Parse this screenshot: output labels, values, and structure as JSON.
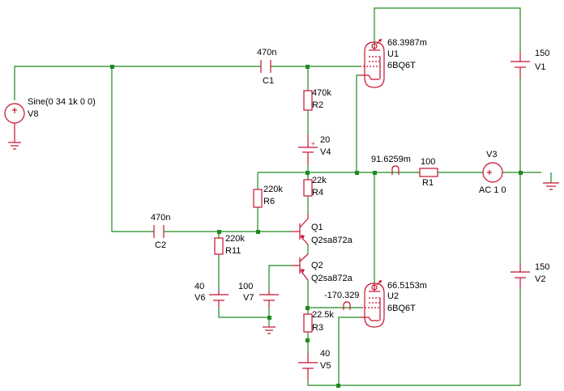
{
  "labels": {
    "v8_value": "Sine(0 34 1k 0 0)",
    "v8_ref": "V8",
    "c1_value": "470n",
    "c1_ref": "C1",
    "r2_value": "470k",
    "r2_ref": "R2",
    "v4_value": "20",
    "v4_ref": "V4",
    "u1_probe": "68.3987m",
    "u1_ref": "U1",
    "u1_model": "6BQ6T",
    "v1_value": "150",
    "v1_ref": "V1",
    "probe_out": "91.6259m",
    "r1_value": "100",
    "r1_ref": "R1",
    "v3_ref": "V3",
    "v3_value": "AC 1 0",
    "r4_value": "22k",
    "r4_ref": "R4",
    "r6_value": "220k",
    "r6_ref": "R6",
    "c2_value": "470n",
    "c2_ref": "C2",
    "r11_value": "220k",
    "r11_ref": "R11",
    "q1_ref": "Q1",
    "q1_model": "Q2sa872a",
    "q2_ref": "Q2",
    "q2_model": "Q2sa872a",
    "v6_value": "40",
    "v6_ref": "V6",
    "v7_value": "100",
    "v7_ref": "V7",
    "u2_probe": "66.5153m",
    "u2_ref": "U2",
    "u2_model": "6BQ6T",
    "u2_grid_probe": "-170.329",
    "r3_value": "22.5k",
    "r3_ref": "R3",
    "v5_value": "40",
    "v5_ref": "V5",
    "v2_value": "150",
    "v2_ref": "V2"
  }
}
